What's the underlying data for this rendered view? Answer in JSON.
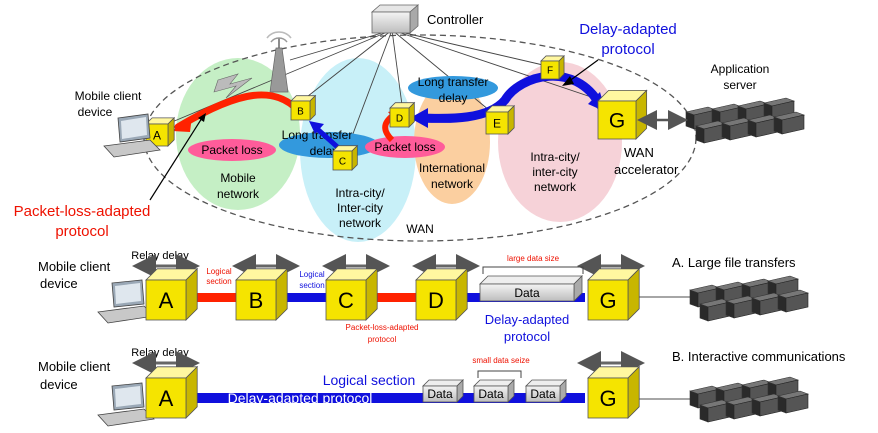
{
  "top": {
    "controller_label": "Controller",
    "mobile_client_label": [
      "Mobile client",
      "device"
    ],
    "application_server_label": [
      "Application",
      "server"
    ],
    "delay_protocol_label": [
      "Delay-adapted",
      "protocol"
    ],
    "packet_loss_protocol_label": [
      "Packet-loss-adapted",
      "protocol"
    ],
    "wan_accelerator_label": [
      "WAN",
      "accelerator"
    ],
    "wan_label": "WAN",
    "long_transfer_delay_1": [
      "Long transfer",
      "delay"
    ],
    "long_transfer_delay_2": [
      "Long transfer",
      "delay"
    ],
    "packet_loss_1": "Packet loss",
    "packet_loss_2": "Packet loss",
    "mobile_network_label": [
      "Mobile",
      "network"
    ],
    "intra_city_1_label": [
      "Intra-city/",
      "Inter-city",
      "network"
    ],
    "international_label": [
      "International",
      "network"
    ],
    "intra_city_2_label": [
      "Intra-city/",
      "inter-city",
      "network"
    ],
    "nodes": [
      "A",
      "B",
      "C",
      "D",
      "E",
      "F",
      "G"
    ]
  },
  "row_a": {
    "client_label": [
      "Mobile client",
      "device"
    ],
    "relay_delay": "Relay delay",
    "logical_section_1": [
      "Logical",
      "section"
    ],
    "logical_section_2": [
      "Logical",
      "section"
    ],
    "large_data_size": "large data size",
    "data_label": "Data",
    "packet_loss_protocol": [
      "Packet-loss-adapted",
      "protocol"
    ],
    "delay_protocol": [
      "Delay-adapted",
      "protocol"
    ],
    "title": "A. Large file transfers",
    "nodes": [
      "A",
      "B",
      "C",
      "D",
      "G"
    ]
  },
  "row_b": {
    "client_label": [
      "Mobile client",
      "device"
    ],
    "relay_delay": "Relay delay",
    "logical_section": "Logical section",
    "delay_protocol": "Delay-adapted protocol",
    "small_data_size": "small data seize",
    "data_labels": [
      "Data",
      "Data",
      "Data"
    ],
    "title": "B. Interactive communications",
    "nodes": [
      "A",
      "G"
    ]
  },
  "colors": {
    "node_yellow": "#f5e400",
    "red": "#ff2200",
    "blue": "#1010dd",
    "cyan_oval": "#3399dd",
    "pink_oval": "#ff5c9a",
    "mobile_net": "#c5efc5",
    "city_net": "#c8f0f8",
    "intl_net": "#fbcfa0",
    "city_net_2": "#f6d2d8"
  }
}
